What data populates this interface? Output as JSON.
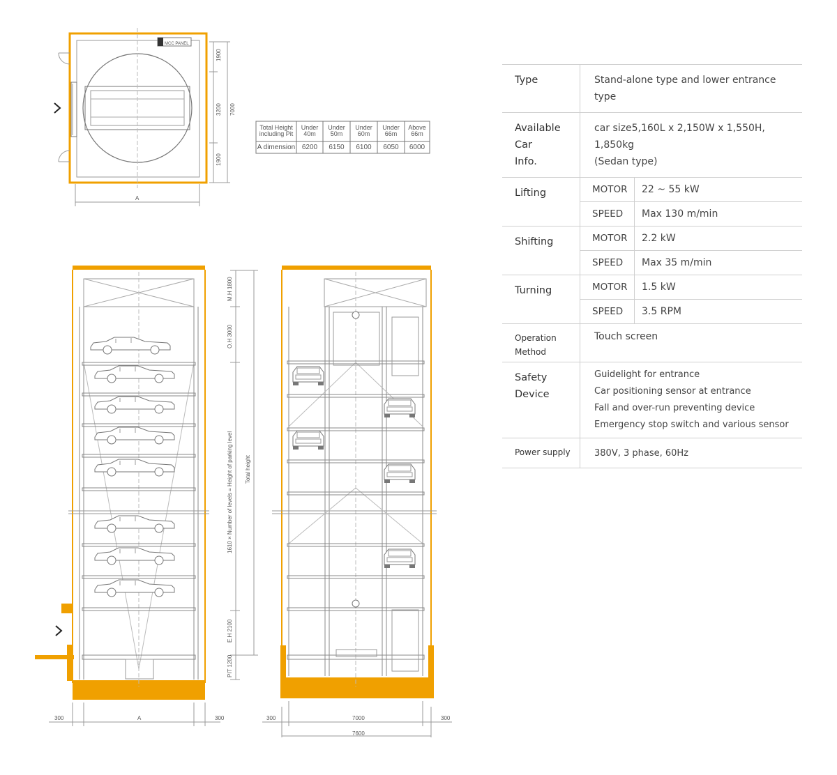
{
  "plan": {
    "mcc_panel": "MCC PANEL",
    "dim_1900_top": "1900",
    "dim_3200": "3200",
    "dim_7000_side": "7000",
    "dim_1900_bottom": "1900",
    "dim_a": "A"
  },
  "height_table": {
    "header": [
      "Total Height including Pit",
      "Under 40m",
      "Under 50m",
      "Under 60m",
      "Under 66m",
      "Above 66m"
    ],
    "row": [
      "A dimension",
      "6200",
      "6150",
      "6100",
      "6050",
      "6000"
    ]
  },
  "front_view": {
    "mh": "M.H 1800",
    "oh": "O.H 3000",
    "levels_formula": "1610 × Number of levels = Height of parking level",
    "total_height": "Total height",
    "eh": "E.H 2100",
    "pit": "PIT 1200",
    "dim_left": "300",
    "dim_a": "A",
    "dim_right": "300"
  },
  "side_view": {
    "dim_left": "300",
    "dim_7000": "7000",
    "dim_right": "300",
    "dim_7600": "7600"
  },
  "spec": {
    "type": {
      "label": "Type",
      "value": "Stand-alone type and lower entrance type"
    },
    "car": {
      "label_1": "Available Car",
      "label_2": "Info.",
      "value_1": "car size5,160L x 2,150W x 1,550H, 1,850kg",
      "value_2": "(Sedan type)"
    },
    "lifting": {
      "label": "Lifting",
      "motor_label": "MOTOR",
      "motor_value": "22 ~ 55 kW",
      "speed_label": "SPEED",
      "speed_value": "Max 130 m/min"
    },
    "shifting": {
      "label": "Shifting",
      "motor_label": "MOTOR",
      "motor_value": "2.2 kW",
      "speed_label": "SPEED",
      "speed_value": "Max 35 m/min"
    },
    "turning": {
      "label": "Turning",
      "motor_label": "MOTOR",
      "motor_value": "1.5 kW",
      "speed_label": "SPEED",
      "speed_value": "3.5 RPM"
    },
    "operation": {
      "label_1": "Operation",
      "label_2": "Method",
      "value": "Touch screen"
    },
    "safety": {
      "label_1": "Safety",
      "label_2": "Device",
      "values": [
        "Guidelight for entrance",
        "Car positioning sensor at entrance",
        "Fall and over-run preventing device",
        "Emergency stop switch and various sensor"
      ]
    },
    "power": {
      "label": "Power supply",
      "value": "380V, 3 phase, 60Hz"
    }
  },
  "colors": {
    "accent": "#f0a000",
    "line": "#8a8a8a"
  }
}
